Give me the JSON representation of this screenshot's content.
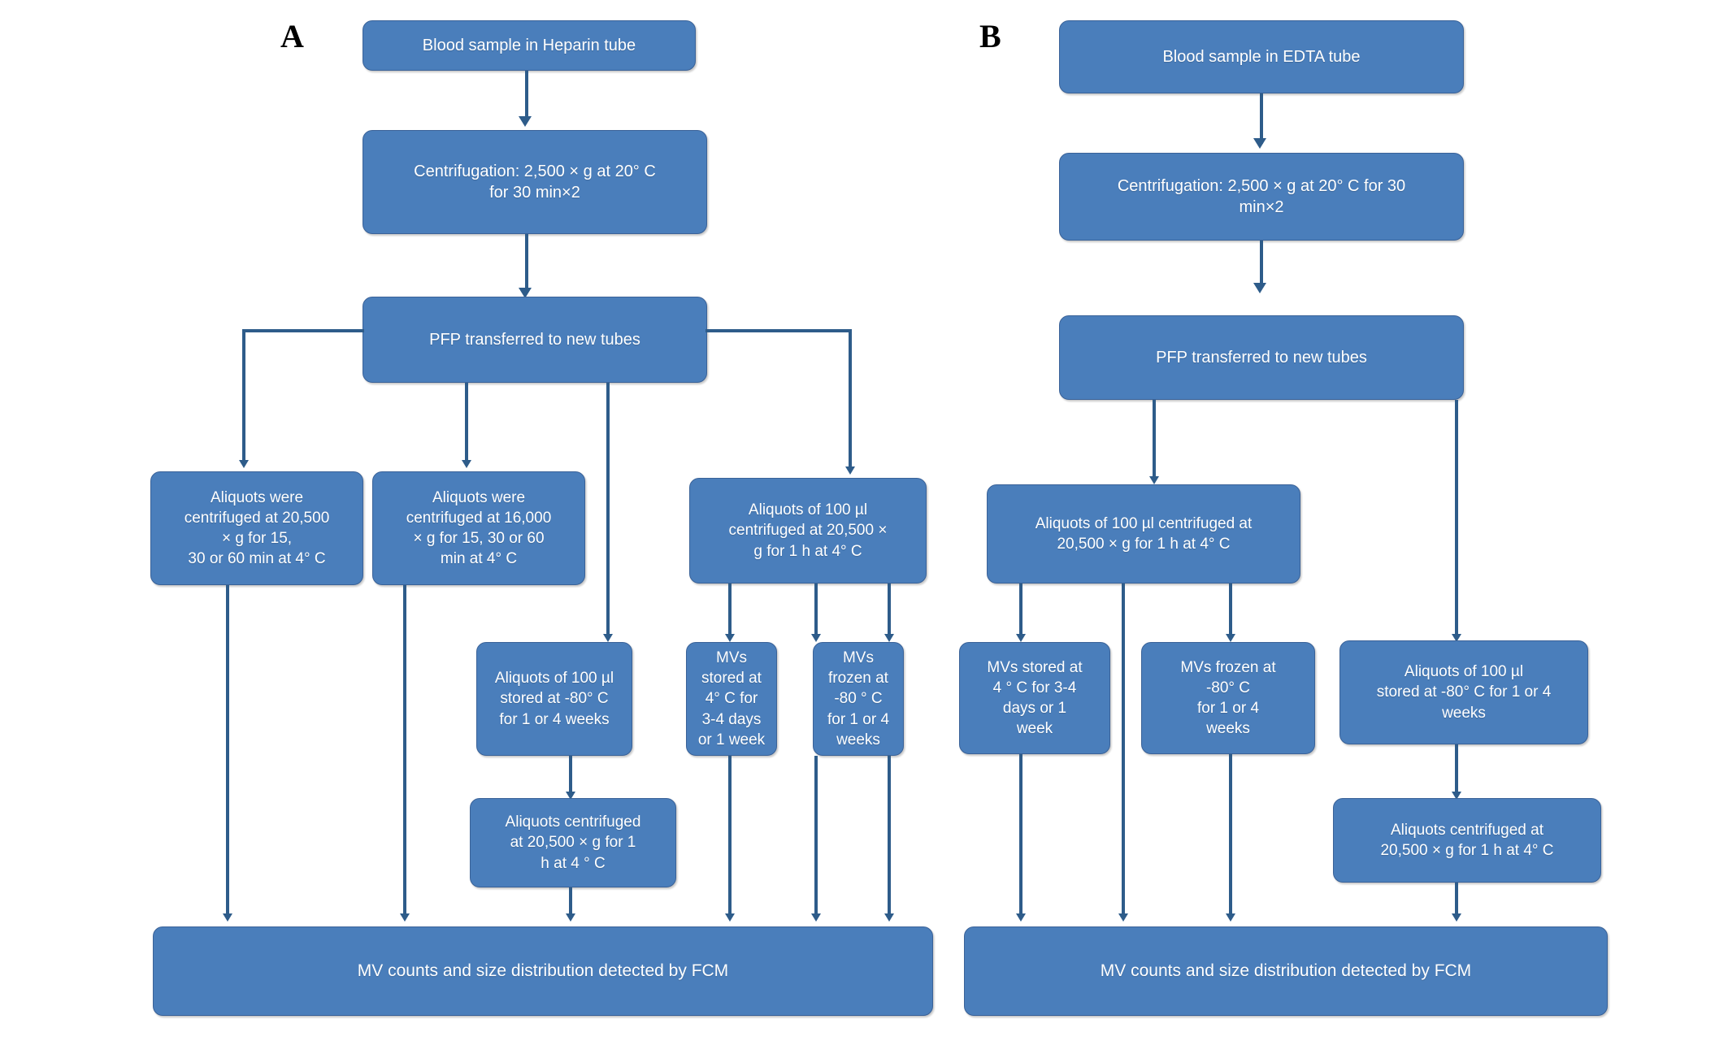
{
  "figure": {
    "type": "flowchart",
    "panels": [
      {
        "label": "A",
        "nodes": {
          "blood_sample": "Blood sample in Heparin tube",
          "centrifugation": "Centrifugation: 2,500 × g  at 20°  C\nfor 30 min×2",
          "pfp": "PFP  transferred to new tubes",
          "aliquots_20500": "Aliquots were\ncentrifuged  at 20,500\n×  g for 15,\n30 or 60 min at 4°  C",
          "aliquots_16000": "Aliquots were\ncentrifuged  at 16,000\n×  g for 15, 30 or 60\nmin at 4°  C",
          "aliquots_100ul_spin": "Aliquots of 100 µl\ncentrifuged at 20,500 ×\ng  for 1 h at 4°  C",
          "aliquots_100ul_stored": "Aliquots of 100 µl\nstored at -80°  C\nfor 1 or 4 weeks",
          "mvs_stored_4c": "MVs\nstored at\n4°  C for\n3-4 days\nor 1 week",
          "mvs_frozen_80": "MVs\nfrozen at\n-80 °  C\nfor 1 or 4\nweeks",
          "aliquots_centrifuged": "Aliquots centrifuged\nat 20,500 × g  for 1\nh at 4 °  C",
          "result": "MV counts and size distribution detected by FCM"
        }
      },
      {
        "label": "B",
        "nodes": {
          "blood_sample": "Blood sample in EDTA tube",
          "centrifugation": "Centrifugation: 2,500 × g at 20°  C for 30\nmin×2",
          "pfp": "PFP transferred to new tubes",
          "aliquots_100ul_spin": "Aliquots of 100 µl centrifuged at\n20,500 × g  for 1 h at 4°  C",
          "mvs_stored_4c": "MVs stored at\n4 °  C for 3-4\ndays or 1\nweek",
          "mvs_frozen_80": "MVs frozen at\n-80°  C\nfor 1 or 4\nweeks",
          "aliquots_100ul_stored": "Aliquots of 100 µl\nstored at -80°  C for 1 or 4\nweeks",
          "aliquots_centrifuged": "Aliquots centrifuged at\n20,500 × g  for 1 h at 4°  C",
          "result": "MV counts and size distribution detected by FCM"
        }
      }
    ],
    "colors": {
      "node_fill": "#4a7ebb",
      "node_border": "#3a6298",
      "connector": "#2e5c8a",
      "node_text": "#ffffff",
      "background": "#ffffff"
    }
  }
}
